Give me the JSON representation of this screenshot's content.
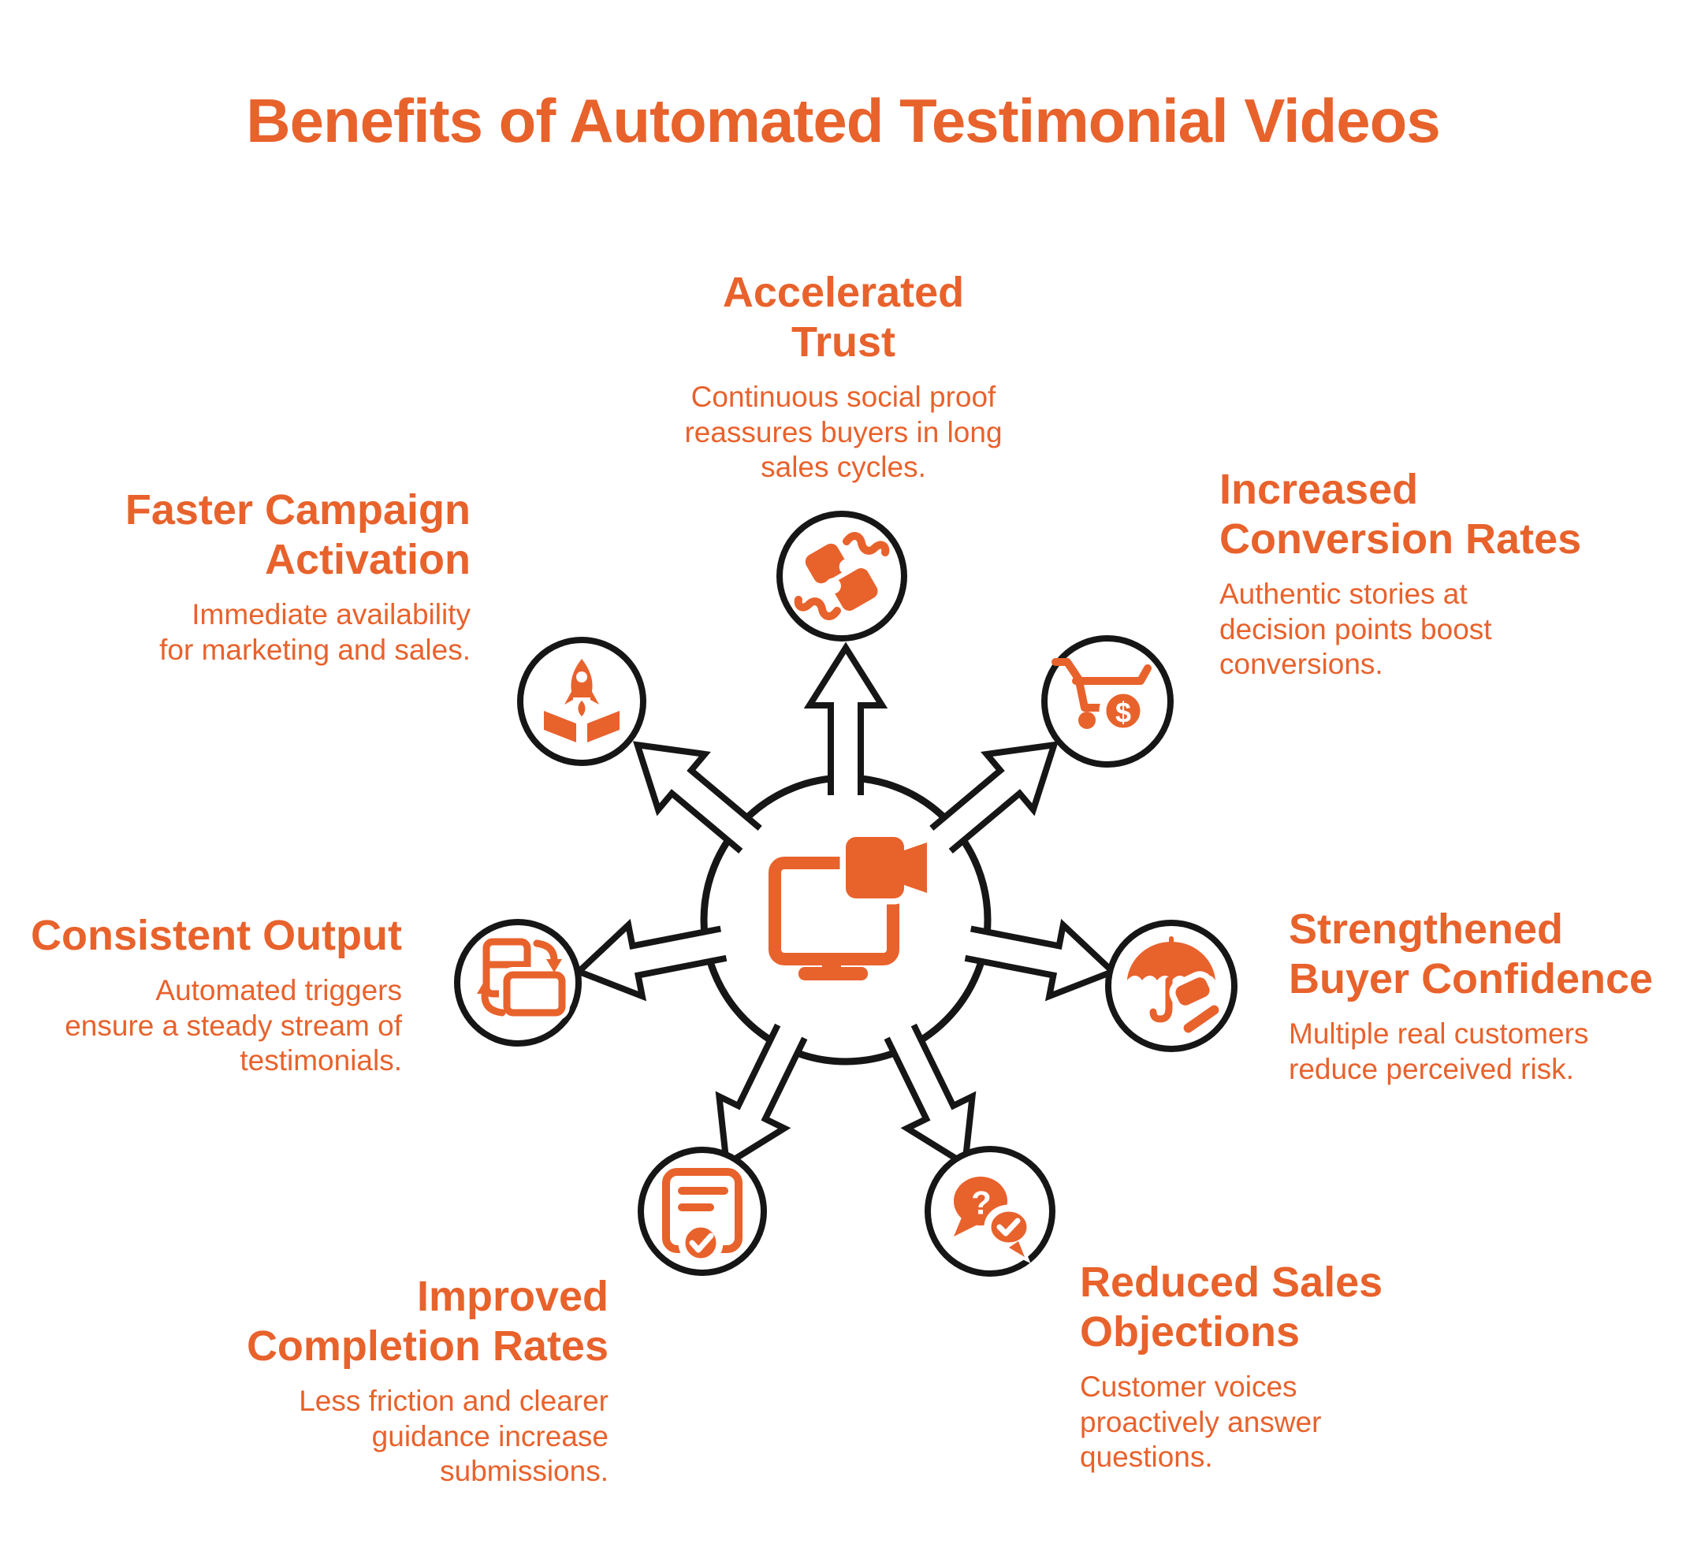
{
  "title": "Benefits of Automated Testimonial Videos",
  "colors": {
    "accent": "#E8622C",
    "outline": "#161616",
    "background": "#FFFFFF"
  },
  "center": {
    "icon": "monitor-video-camera-icon",
    "meaning": "automated testimonial videos hub"
  },
  "benefits": [
    {
      "id": "accelerated-trust",
      "icon": "sync-trust-icon",
      "heading": "Accelerated\nTrust",
      "body": "Continuous social proof\nreassures buyers in long\nsales cycles."
    },
    {
      "id": "increased-conversion-rates",
      "icon": "cart-dollar-icon",
      "heading": "Increased\nConversion Rates",
      "body": "Authentic stories at\ndecision points boost\nconversions."
    },
    {
      "id": "strengthened-buyer-confidence",
      "icon": "umbrella-protection-icon",
      "heading": "Strengthened\nBuyer Confidence",
      "body": "Multiple real customers\nreduce perceived risk."
    },
    {
      "id": "reduced-sales-objections",
      "icon": "question-answer-chat-icon",
      "heading": "Reduced Sales\nObjections",
      "body": "Customer voices\nproactively answer\nquestions."
    },
    {
      "id": "improved-completion-rates",
      "icon": "document-check-icon",
      "heading": "Improved\nCompletion Rates",
      "body": "Less friction and clearer\nguidance increase\nsubmissions."
    },
    {
      "id": "consistent-output",
      "icon": "rotate-device-icon",
      "heading": "Consistent Output",
      "body": "Automated triggers\nensure a steady stream of\ntestimonials."
    },
    {
      "id": "faster-campaign-activation",
      "icon": "rocket-launch-icon",
      "heading": "Faster Campaign\nActivation",
      "body": "Immediate availability\nfor marketing and sales."
    }
  ],
  "icons": {
    "dollar_glyph": "$",
    "question_glyph": "?"
  }
}
